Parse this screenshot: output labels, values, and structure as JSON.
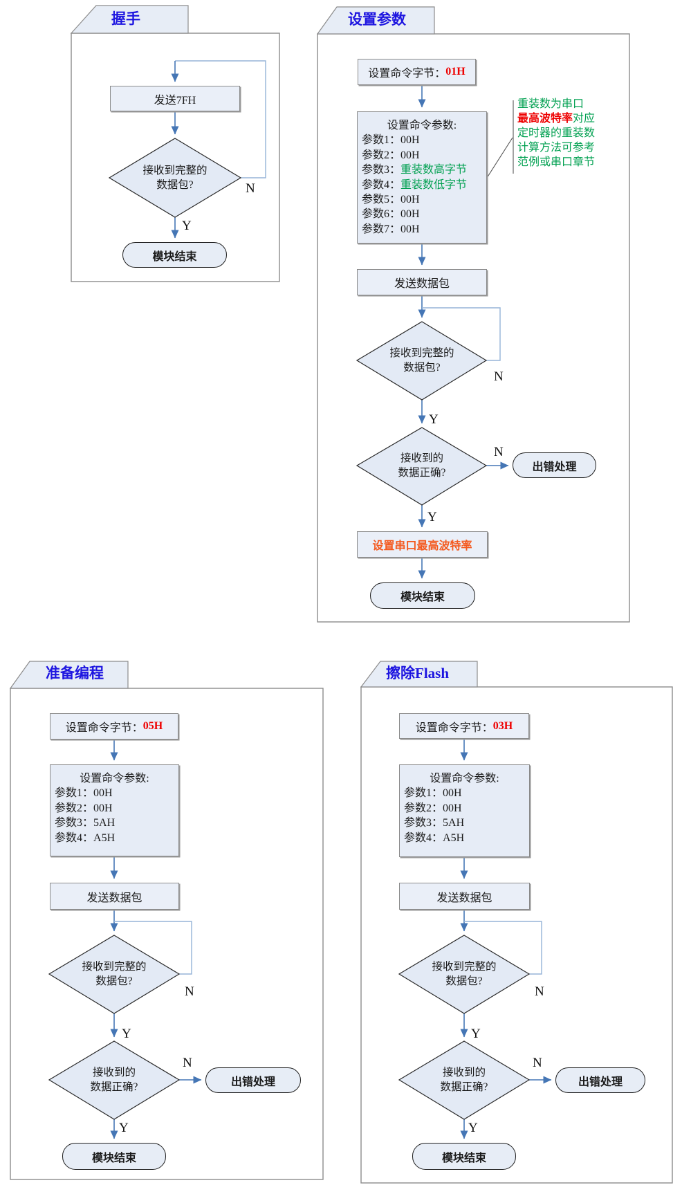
{
  "labels": {
    "yes": "Y",
    "no": "N"
  },
  "common": {
    "cmd_byte_prefix": "设置命令字节：",
    "param_header": "设置命令参数:",
    "send_packet": "发送数据包",
    "recv_complete_l1": "接收到完整的",
    "recv_complete_l2": "数据包?",
    "recv_correct_l1": "接收到的",
    "recv_correct_l2": "数据正确?",
    "error_handle": "出错处理",
    "module_end": "模块结束"
  },
  "handshake": {
    "title": "握手",
    "send_step": "发送7FH"
  },
  "set_params": {
    "title": "设置参数",
    "cmd_value": "01H",
    "params": [
      {
        "label": "参数1：",
        "value": "00H"
      },
      {
        "label": "参数2：",
        "value": "00H"
      },
      {
        "label": "参数3：",
        "value": "重装数高字节"
      },
      {
        "label": "参数4：",
        "value": "重装数低字节"
      },
      {
        "label": "参数5：",
        "value": "00H"
      },
      {
        "label": "参数6：",
        "value": "00H"
      },
      {
        "label": "参数7：",
        "value": "00H"
      }
    ],
    "set_baud_step": "设置串口最高波特率",
    "note": {
      "line1": "重装数为串口",
      "line2_red": "最高波特率",
      "line2_rest": "对应",
      "line3": "定时器的重装数",
      "line4": "计算方法可参考",
      "line5": "范例或串口章节"
    }
  },
  "prepare_program": {
    "title": "准备编程",
    "cmd_value": "05H",
    "params": [
      {
        "label": "参数1：",
        "value": "00H"
      },
      {
        "label": "参数2：",
        "value": "00H"
      },
      {
        "label": "参数3：",
        "value": "5AH"
      },
      {
        "label": "参数4：",
        "value": "A5H"
      }
    ]
  },
  "erase_flash": {
    "title": "擦除Flash",
    "cmd_value": "03H",
    "params": [
      {
        "label": "参数1：",
        "value": "00H"
      },
      {
        "label": "参数2：",
        "value": "00H"
      },
      {
        "label": "参数3：",
        "value": "5AH"
      },
      {
        "label": "参数4：",
        "value": "A5H"
      }
    ]
  },
  "colors": {
    "title_blue": "#1E16E0",
    "arrow_blue": "#4576B5",
    "loop_blue": "#95B3D7",
    "value_red": "#EE0000",
    "note_green": "#00A050",
    "baud_orange": "#F4591E"
  }
}
